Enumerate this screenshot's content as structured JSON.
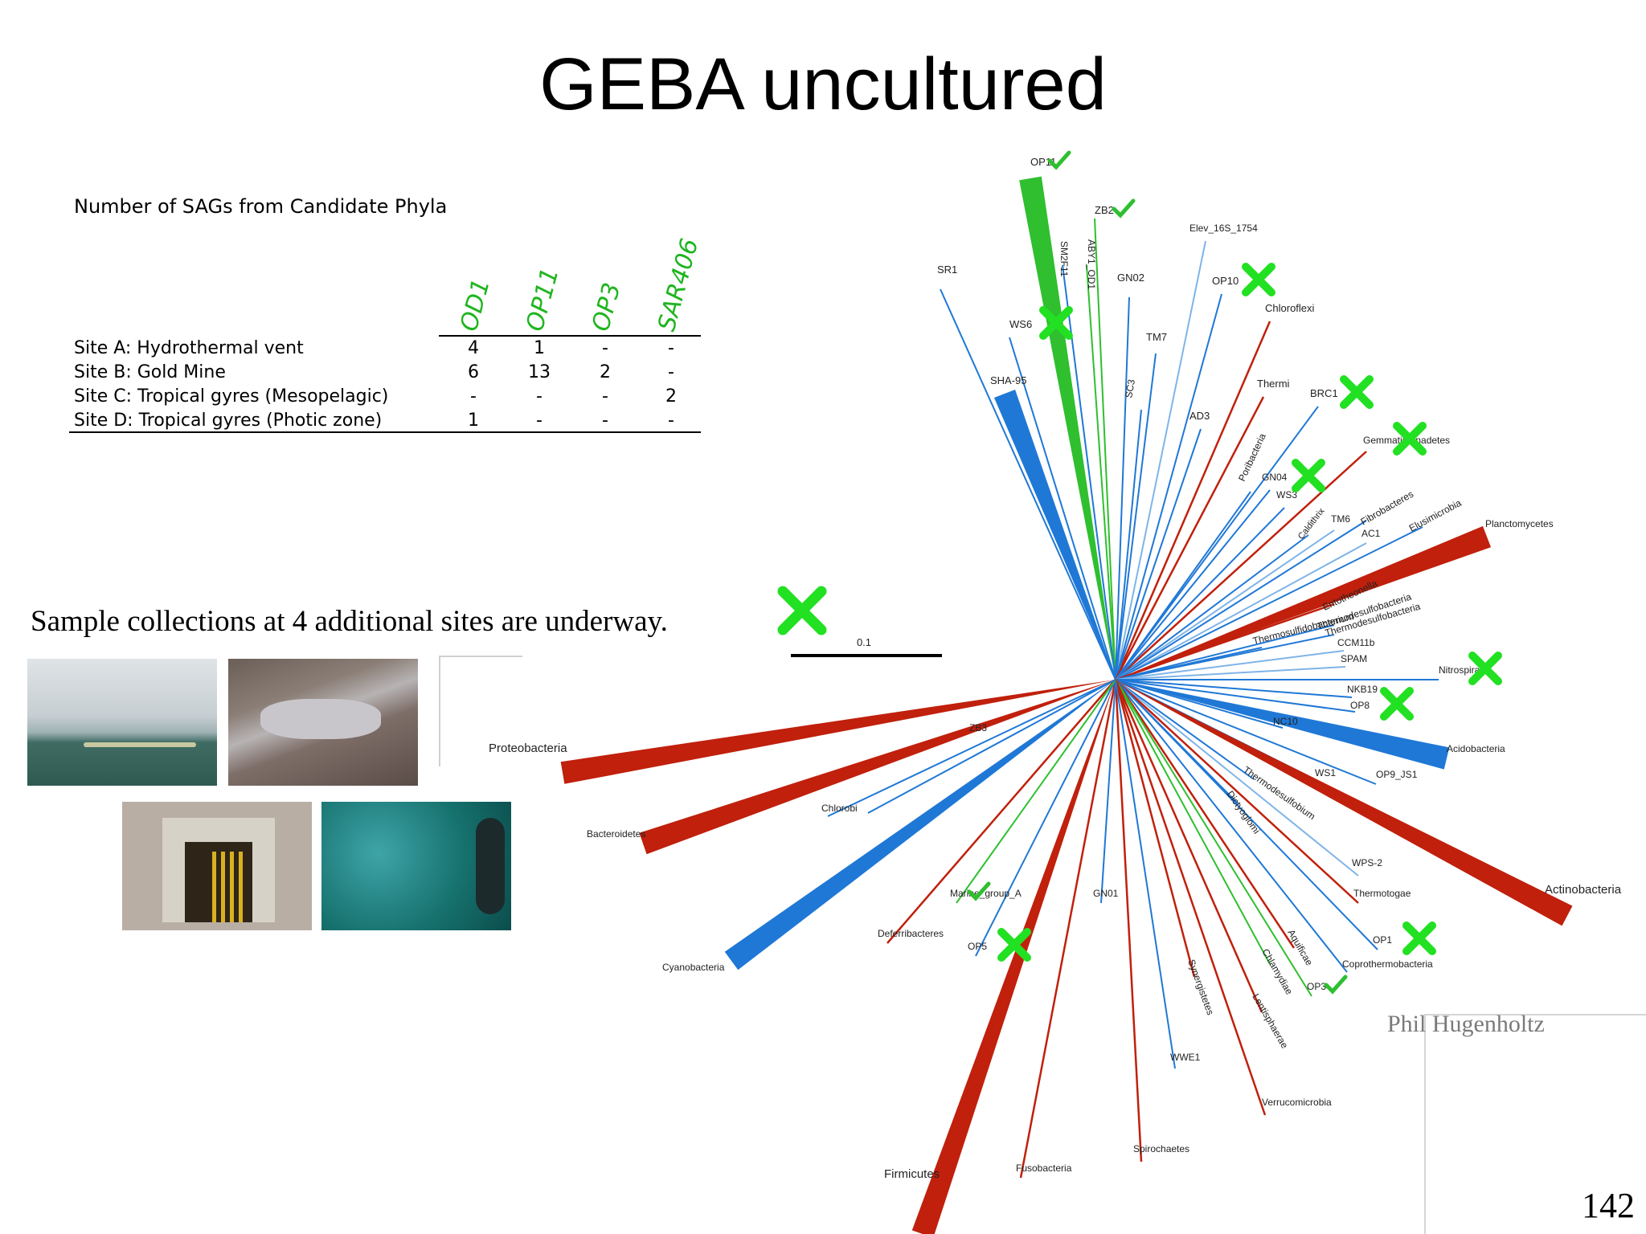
{
  "title": "GEBA uncultured",
  "table": {
    "title": "Number of SAGs from Candidate Phyla",
    "columns": [
      "OD1",
      "OP11",
      "OP3",
      "SAR406"
    ],
    "rows": [
      {
        "label": "Site A: Hydrothermal vent",
        "values": [
          "4",
          "1",
          "-",
          "-"
        ]
      },
      {
        "label": "Site B: Gold Mine",
        "values": [
          "6",
          "13",
          "2",
          "-"
        ]
      },
      {
        "label": "Site C: Tropical gyres (Mesopelagic)",
        "values": [
          "-",
          "-",
          "-",
          "2"
        ]
      },
      {
        "label": "Site D: Tropical gyres (Photic zone)",
        "values": [
          "1",
          "-",
          "-",
          "-"
        ]
      }
    ]
  },
  "note": "Sample collections at 4 additional sites are underway.",
  "attribution": "Phil Hugenholtz",
  "page_number": "142",
  "scale_bar_label": "0.1",
  "colors": {
    "red": "#c0200c",
    "blue": "#1f78d6",
    "light_blue": "#7fb4e8",
    "green": "#2fbf2f",
    "mark_green": "#22e022"
  },
  "tree": {
    "branches": [
      {
        "label": "OP11",
        "color": "green",
        "mark": "check",
        "wedge": true
      },
      {
        "label": "ZB2",
        "color": "green",
        "mark": "check"
      },
      {
        "label": "ABY1_OD1",
        "color": "green"
      },
      {
        "label": "SM2F11",
        "color": "blue"
      },
      {
        "label": "SR1",
        "color": "blue"
      },
      {
        "label": "WS6",
        "color": "blue",
        "mark": "cross"
      },
      {
        "label": "SHA-95",
        "color": "blue",
        "wedge": true
      },
      {
        "label": "GN02",
        "color": "blue"
      },
      {
        "label": "Elev_16S_1754",
        "color": "light_blue"
      },
      {
        "label": "OP10",
        "color": "blue",
        "mark": "cross"
      },
      {
        "label": "TM7",
        "color": "blue"
      },
      {
        "label": "SC3",
        "color": "blue"
      },
      {
        "label": "Chloroflexi",
        "color": "red"
      },
      {
        "label": "AD3",
        "color": "blue"
      },
      {
        "label": "Thermi",
        "color": "red"
      },
      {
        "label": "BRC1",
        "color": "blue",
        "mark": "cross"
      },
      {
        "label": "Poribacteria",
        "color": "blue"
      },
      {
        "label": "Gemmatimonadetes",
        "color": "red",
        "mark": "cross"
      },
      {
        "label": "GN04",
        "color": "blue",
        "mark": "cross"
      },
      {
        "label": "WS3",
        "color": "blue"
      },
      {
        "label": "Caldithrix",
        "color": "blue"
      },
      {
        "label": "TM6",
        "color": "light_blue"
      },
      {
        "label": "Fibrobacteres",
        "color": "blue"
      },
      {
        "label": "AC1",
        "color": "light_blue"
      },
      {
        "label": "Elusimicrobia",
        "color": "blue"
      },
      {
        "label": "Planctomycetes",
        "color": "red",
        "wedge": true
      },
      {
        "label": "Entotheonella",
        "color": "red"
      },
      {
        "label": "Thermodesulfobacteria",
        "color": "blue"
      },
      {
        "label": "Thermosulfidobacterium",
        "color": "blue"
      },
      {
        "label": "Thermodesulfobacteria",
        "color": "blue"
      },
      {
        "label": "CCM11b",
        "color": "light_blue"
      },
      {
        "label": "SPAM",
        "color": "light_blue"
      },
      {
        "label": "Nitrospirae",
        "color": "blue",
        "mark": "cross"
      },
      {
        "label": "NKB19",
        "color": "blue"
      },
      {
        "label": "OP8",
        "color": "blue",
        "mark": "cross"
      },
      {
        "label": "NC10",
        "color": "blue"
      },
      {
        "label": "Acidobacteria",
        "color": "blue",
        "wedge": true
      },
      {
        "label": "WS1",
        "color": "blue"
      },
      {
        "label": "OP9_JS1",
        "color": "blue"
      },
      {
        "label": "Thermodesulfobium",
        "color": "blue"
      },
      {
        "label": "Dictyoglomi",
        "color": "blue"
      },
      {
        "label": "WPS-2",
        "color": "light_blue"
      },
      {
        "label": "Actinobacteria",
        "color": "red",
        "wedge": true
      },
      {
        "label": "Thermotogae",
        "color": "red"
      },
      {
        "label": "OP1",
        "color": "blue",
        "mark": "cross"
      },
      {
        "label": "Coprothermobacteria",
        "color": "blue"
      },
      {
        "label": "Aquificae",
        "color": "red"
      },
      {
        "label": "OP3",
        "color": "green",
        "mark": "check"
      },
      {
        "label": "Chlamydiae",
        "color": "green"
      },
      {
        "label": "Lentisphaerae",
        "color": "red"
      },
      {
        "label": "Verrucomicrobia",
        "color": "red"
      },
      {
        "label": "Spirochaetes",
        "color": "red"
      },
      {
        "label": "Synergistetes",
        "color": "red"
      },
      {
        "label": "WWE1",
        "color": "blue"
      },
      {
        "label": "Fusobacteria",
        "color": "red"
      },
      {
        "label": "Firmicutes",
        "color": "red",
        "wedge": true
      },
      {
        "label": "GN01",
        "color": "blue"
      },
      {
        "label": "OP5",
        "color": "blue",
        "mark": "cross"
      },
      {
        "label": "Deferribacteres",
        "color": "red"
      },
      {
        "label": "Marine_group_A",
        "color": "green",
        "mark": "check"
      },
      {
        "label": "ZB3",
        "color": "blue"
      },
      {
        "label": "Cyanobacteria",
        "color": "blue",
        "wedge": true
      },
      {
        "label": "Chlorobi",
        "color": "blue"
      },
      {
        "label": "Bacteroidetes",
        "color": "red",
        "wedge": true
      },
      {
        "label": "Proteobacteria",
        "color": "red",
        "wedge": true
      }
    ]
  }
}
